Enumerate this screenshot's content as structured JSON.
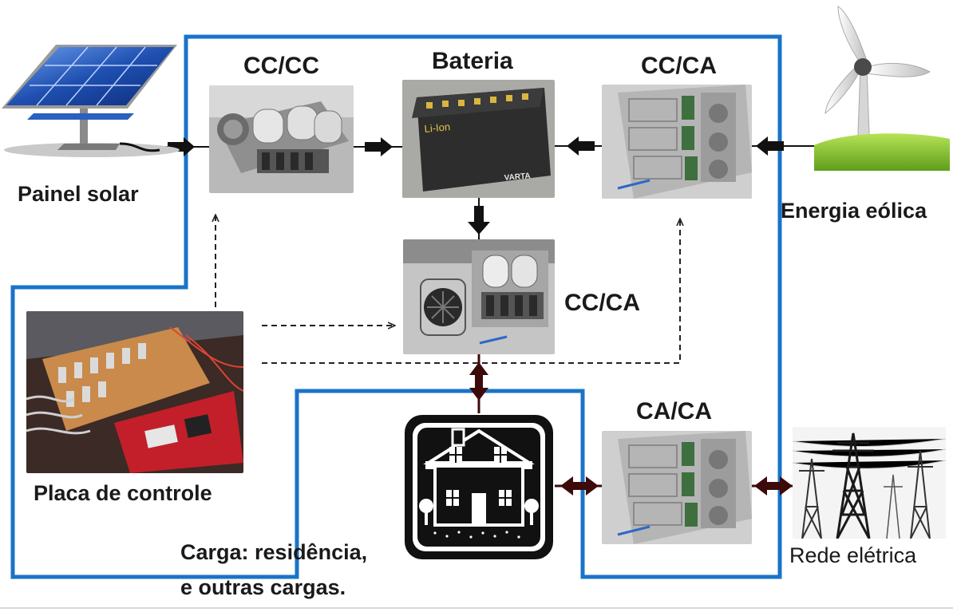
{
  "labels": {
    "solar_panel": "Painel solar",
    "dcdc": "CC/CC",
    "battery": "Bateria",
    "dcac_top": "CC/CA",
    "wind": "Energia eólica",
    "dcac_center": "CC/CA",
    "control_board": "Placa de controle",
    "acac": "CA/CA",
    "grid": "Rede elétrica",
    "load_line1": "Carga: residência,",
    "load_line2": "e outras cargas."
  },
  "battery_markings": {
    "chem": "Li-Ion",
    "brand": "VARTA"
  },
  "colors": {
    "frame_blue": "#1a73c8",
    "arrow_black": "#111111",
    "arrow_dark_red": "#3d0a0a",
    "grass_green": "#7cbf2e",
    "solar_blue": "#1f4fb0"
  },
  "icons": {
    "solar_panel": "solar-panel-icon",
    "wind_turbine": "wind-turbine-icon",
    "house": "house-icon",
    "power_tower": "power-tower-icon"
  }
}
